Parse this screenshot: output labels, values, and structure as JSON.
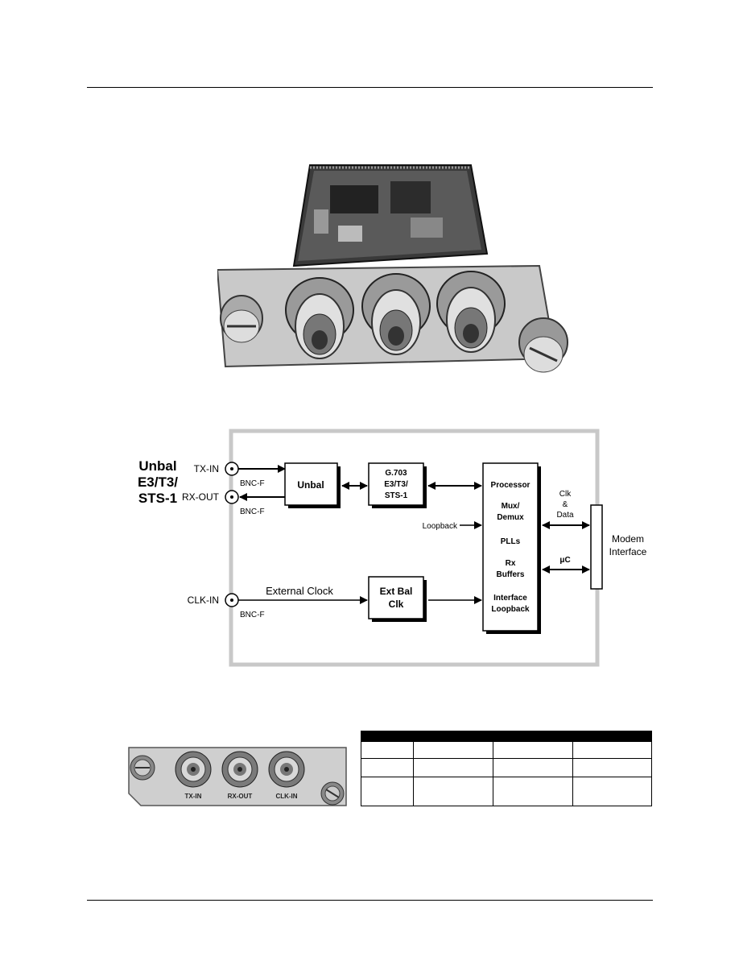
{
  "diagram": {
    "unbal_title": [
      "Unbal",
      "E3/T3/",
      "STS-1"
    ],
    "tx_in": "TX-IN",
    "rx_out": "RX-OUT",
    "clk_in": "CLK-IN",
    "bnc_f": "BNC-F",
    "unbal_block": "Unbal",
    "g703_block": [
      "G.703",
      "E3/T3/",
      "STS-1"
    ],
    "processor_block": [
      "Processor",
      "Mux/",
      "Demux",
      "PLLs",
      "Rx",
      "Buffers",
      "Interface",
      "Loopback"
    ],
    "loopback": "Loopback",
    "external_clock": "External Clock",
    "ext_bal_clk": [
      "Ext Bal",
      "Clk"
    ],
    "clk_data": [
      "Clk",
      "&",
      "Data"
    ],
    "uc": "μC",
    "modem_interface": [
      "Modem",
      "Interface"
    ]
  },
  "faceplate": {
    "labels": [
      "TX-IN",
      "RX-OUT",
      "CLK-IN"
    ]
  },
  "table": {
    "rows": 4,
    "cols": 4
  }
}
